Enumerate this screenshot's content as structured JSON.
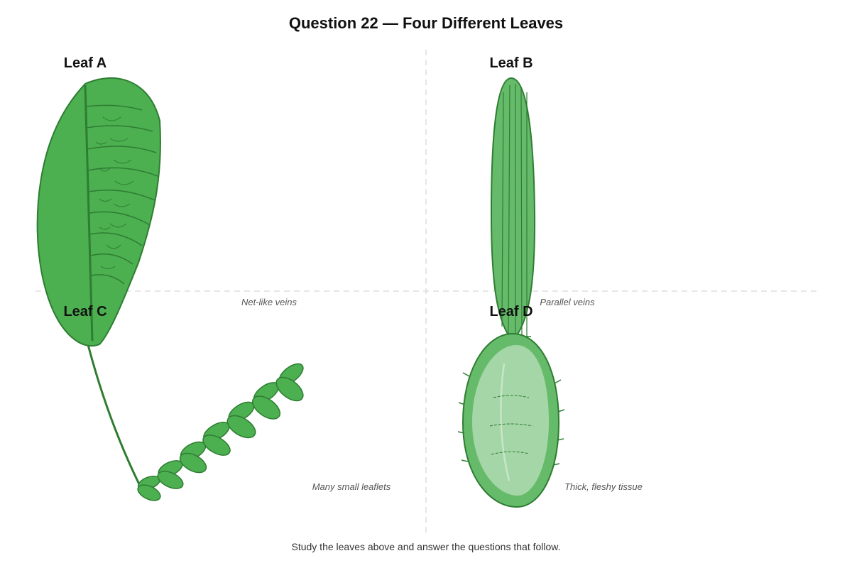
{
  "title": "Question 22 — Four Different Leaves",
  "leaves": [
    {
      "label": "Leaf A",
      "note": "Net-like veins"
    },
    {
      "label": "Leaf B",
      "note": "Parallel veins"
    },
    {
      "label": "Leaf C",
      "note": "Many small leaflets"
    },
    {
      "label": "Leaf D",
      "note": "Thick, fleshy tissue"
    }
  ],
  "footer": "Study the leaves above and answer the questions that follow.",
  "colors": {
    "leaf_fill": "#4caf50",
    "leaf_stroke": "#2e7d32",
    "leaf_b_fill": "#66bb6a",
    "leaf_d_inner": "#a5d6a7",
    "divider": "#dddddd"
  }
}
